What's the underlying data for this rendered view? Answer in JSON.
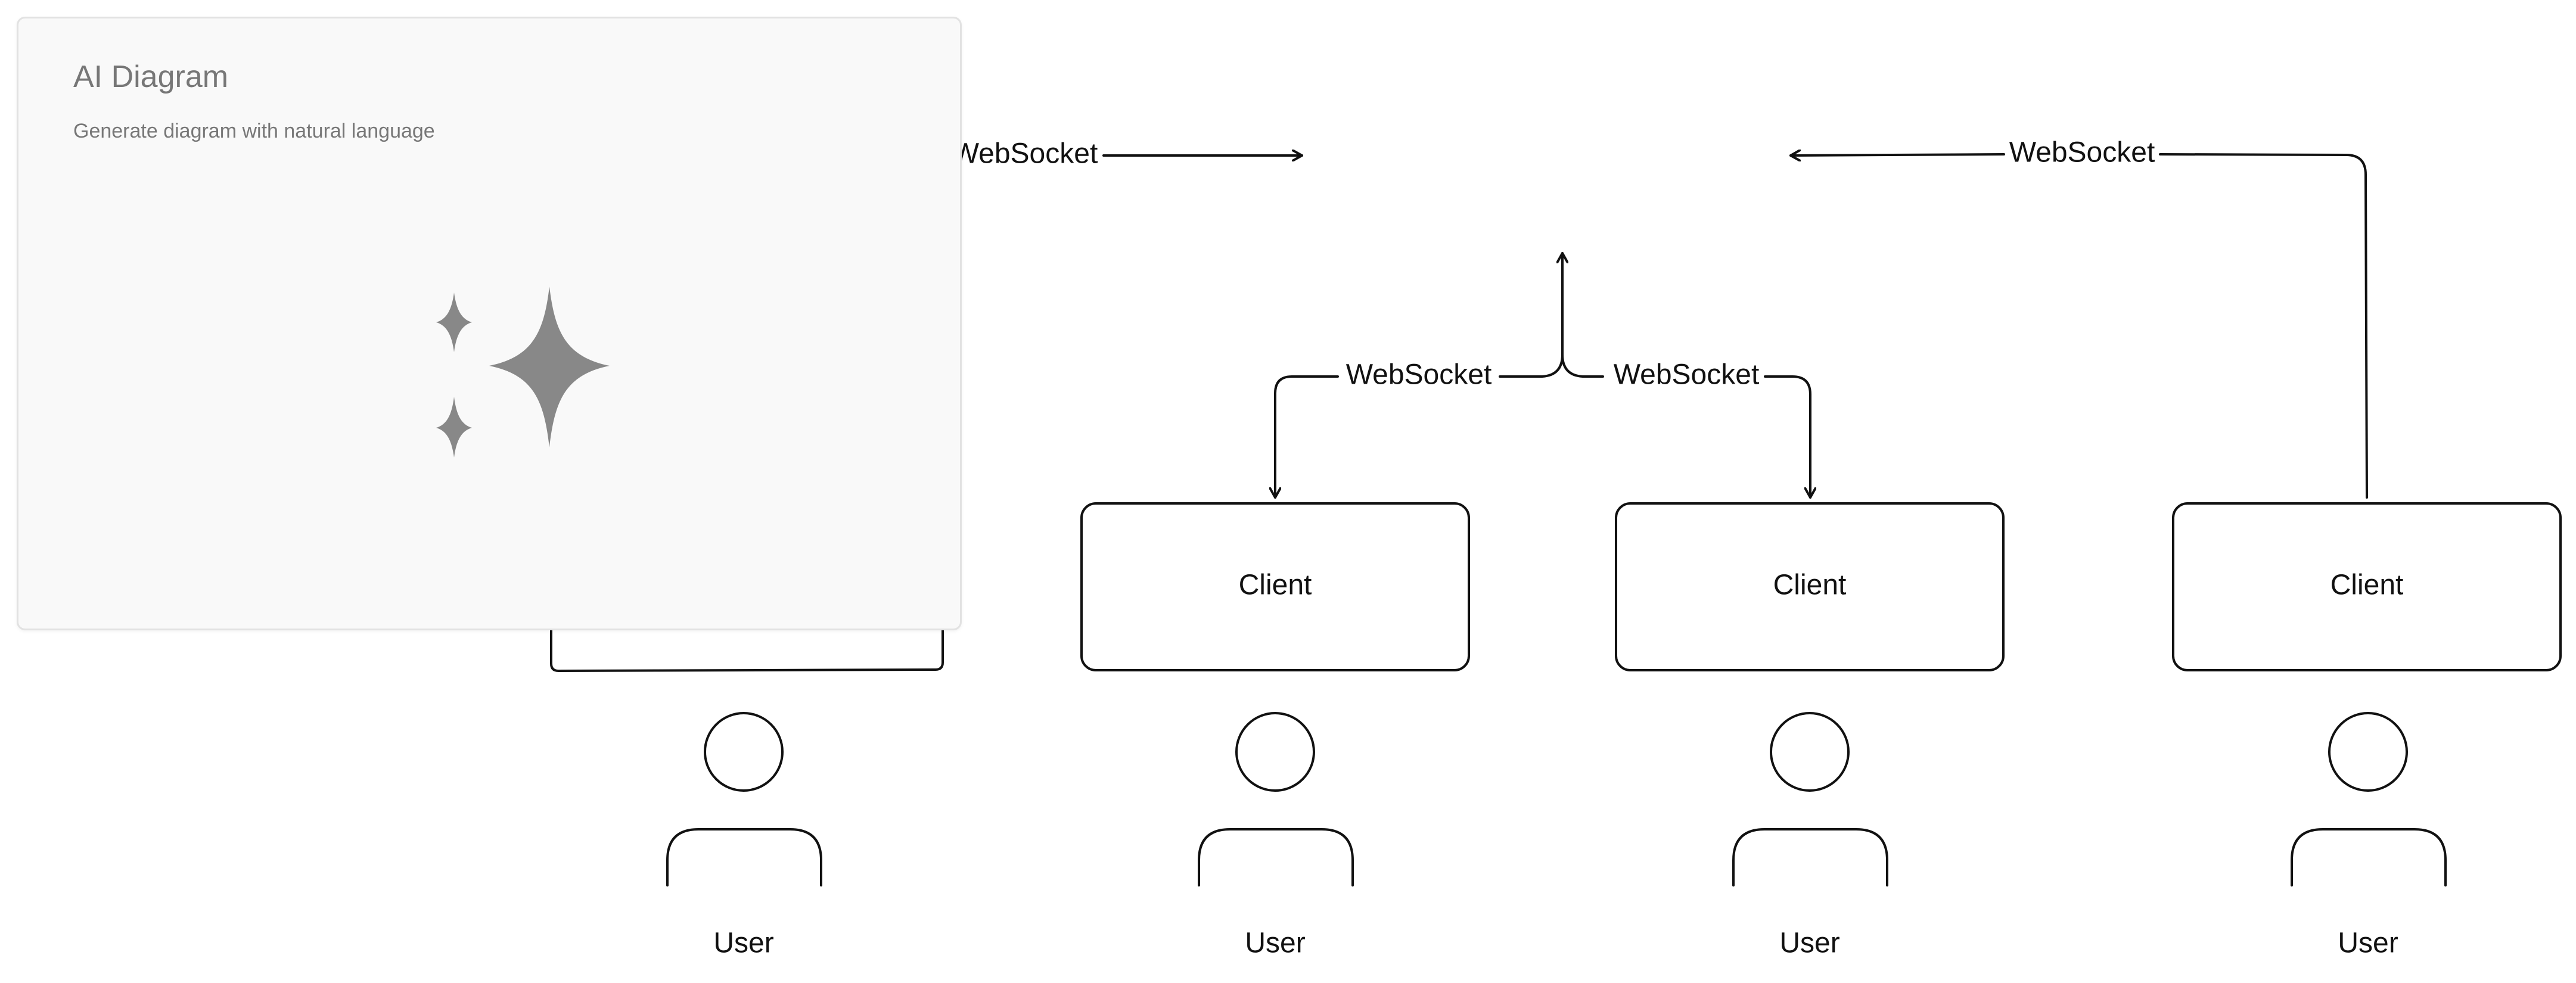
{
  "ai_panel": {
    "title": "AI Diagram",
    "subtitle": "Generate diagram with natural language",
    "icon": "sparkles-icon",
    "icon_color": "#888888"
  },
  "diagram": {
    "stroke_color": "#111111",
    "edge_labels": {
      "left_top": "WebSocket",
      "right_top": "WebSocket",
      "center_left": "WebSocket",
      "center_right": "WebSocket"
    },
    "clients": [
      {
        "label": "Client"
      },
      {
        "label": "Client"
      },
      {
        "label": "Client"
      }
    ],
    "users": [
      {
        "label": "User"
      },
      {
        "label": "User"
      },
      {
        "label": "User"
      },
      {
        "label": "User"
      }
    ]
  }
}
